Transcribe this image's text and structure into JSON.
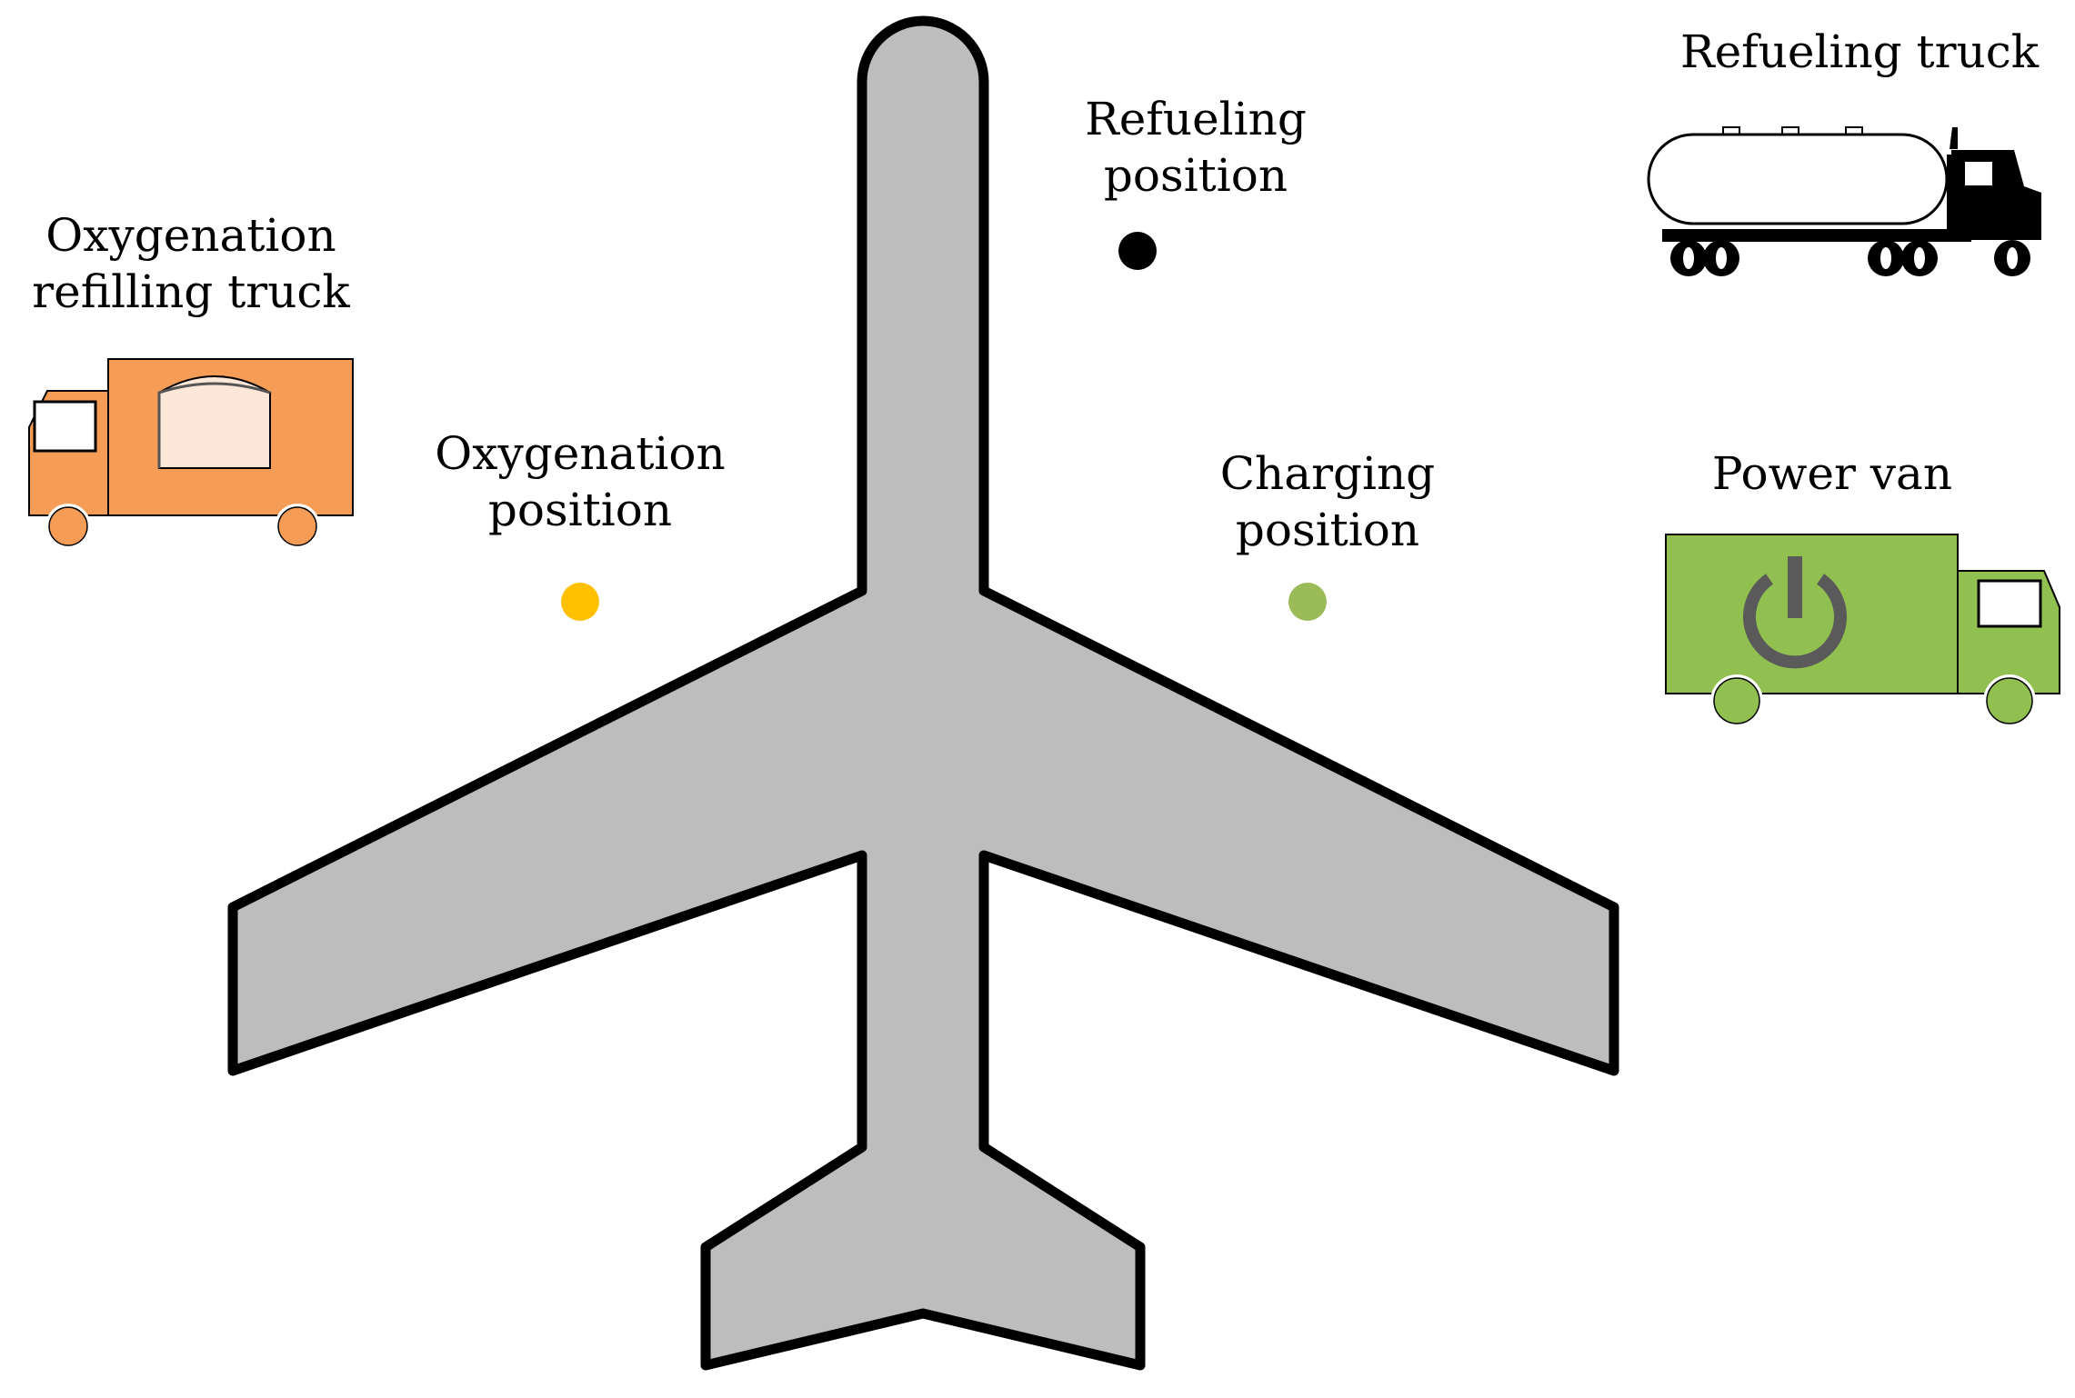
{
  "colors": {
    "airplane_fill": "#bdbdbd",
    "outline": "#000000",
    "oxygen_truck": "#f59d56",
    "oxygen_window": "#fde7d9",
    "oxygen_dot": "#ffc000",
    "charging_dot": "#9bbb59",
    "power_van": "#92c050",
    "power_icon": "#5a5a5a",
    "fuel_tank": "#ffffff",
    "refueling_dot": "#000000"
  },
  "icons": {
    "oxygen_truck": "box-truck-icon",
    "refueling_truck": "tanker-truck-icon",
    "power_van": "power-van-icon",
    "power_symbol": "power-symbol-icon"
  },
  "labels": {
    "oxygen_truck": [
      "Oxygenation",
      "refilling truck"
    ],
    "oxygen_position": [
      "Oxygenation",
      "position"
    ],
    "refueling_position": [
      "Refueling",
      "position"
    ],
    "refueling_truck": "Refueling truck",
    "charging_position": [
      "Charging",
      "position"
    ],
    "power_van": "Power van"
  }
}
